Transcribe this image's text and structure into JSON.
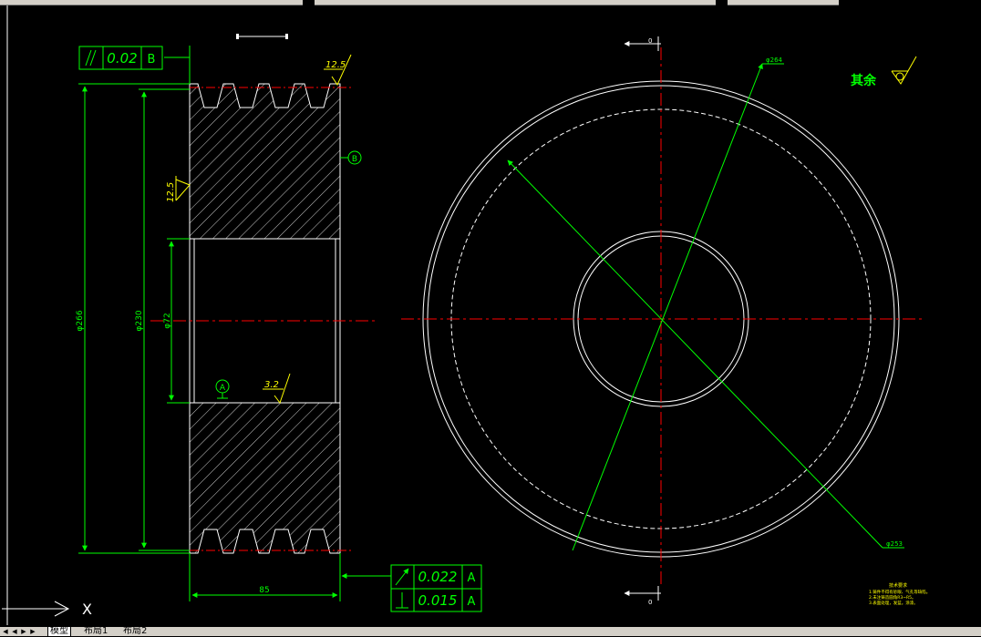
{
  "drawing": {
    "flatness_tolerance": "0.02",
    "datum_b_ref": "B",
    "roughness_groove": "12.5",
    "roughness_side": "12.5",
    "roughness_bore": "3.2",
    "roughness_other_label": "其余",
    "dim_outer_dia": "φ266",
    "dim_root_dia": "φ230",
    "dim_bore_dia": "φ72",
    "dim_width": "85",
    "datum_a": "A",
    "datum_b": "B",
    "runout_tolerance": "0.022",
    "runout_datum": "A",
    "perp_tolerance": "0.015",
    "perp_datum": "A",
    "dim_circle1": "φ264",
    "dim_circle2": "φ253",
    "section_mark": "0",
    "axis_x_label": "X",
    "notes_title": "技术要求",
    "notes_lines": [
      "1.铸件不得有砂眼、气孔等缺陷。",
      "2.未注铸造圆角R3~R5。",
      "3.表面处理，发蓝。涂漆。"
    ]
  },
  "tabs": [
    "模型",
    "布局1",
    "布局2"
  ],
  "colors": {
    "background": "#000000",
    "outline": "#ffffff",
    "dimension": "#00ff00",
    "centerline": "#ff0000",
    "annotation": "#ffff00"
  }
}
